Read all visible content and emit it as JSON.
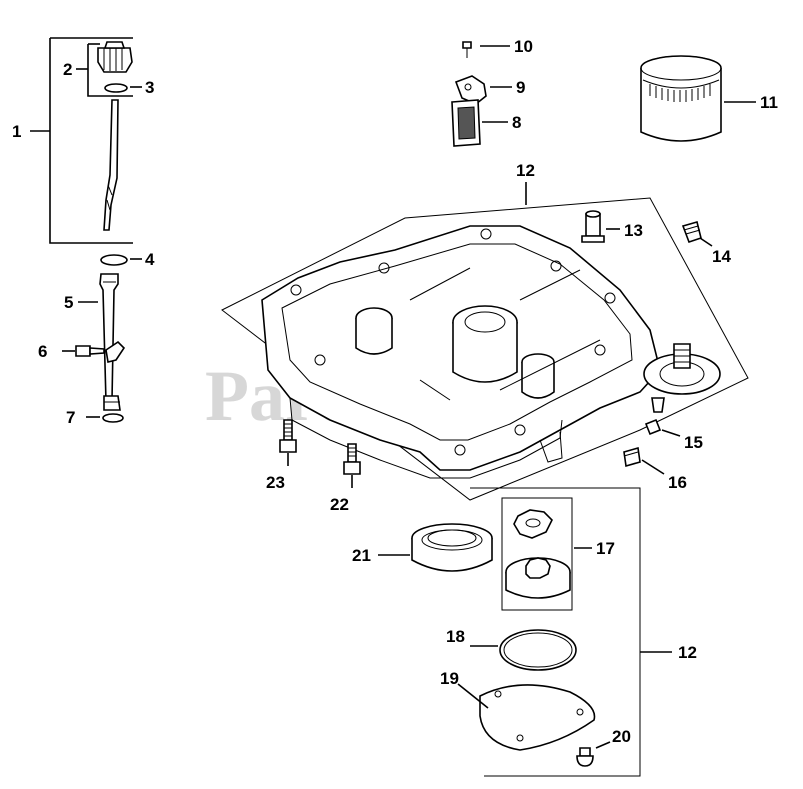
{
  "watermark": "PartsTree",
  "callouts": {
    "c1": "1",
    "c2": "2",
    "c3": "3",
    "c4": "4",
    "c5": "5",
    "c6": "6",
    "c7": "7",
    "c8": "8",
    "c9": "9",
    "c10": "10",
    "c11": "11",
    "c12_top": "12",
    "c12_bottom": "12",
    "c13": "13",
    "c14": "14",
    "c15": "15",
    "c16": "16",
    "c17": "17",
    "c18": "18",
    "c19": "19",
    "c20": "20",
    "c21": "21",
    "c22": "22",
    "c23": "23"
  }
}
